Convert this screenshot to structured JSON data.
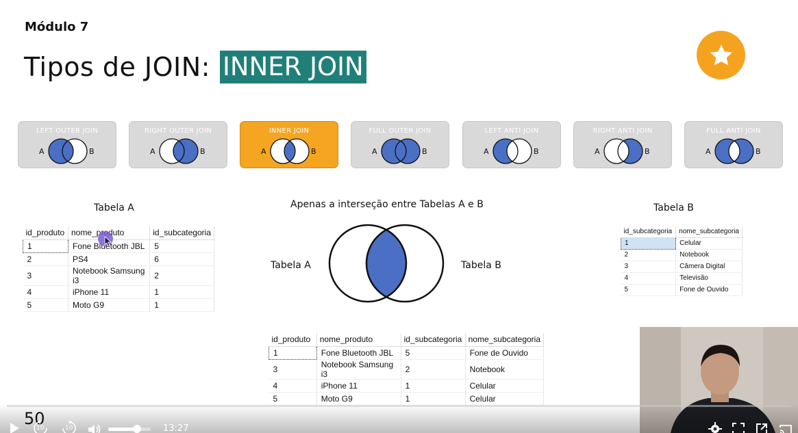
{
  "slide": {
    "module": "Módulo 7",
    "title_main": "Tipos de JOIN:",
    "title_highlight": "INNER JOIN"
  },
  "join_types": [
    {
      "label": "LEFT OUTER JOIN",
      "a": "A",
      "b": "B"
    },
    {
      "label": "RIGHT OUTER JOIN",
      "a": "A",
      "b": "B"
    },
    {
      "label": "INNER JOIN",
      "a": "A",
      "b": "B"
    },
    {
      "label": "FULL OUTER JOIN",
      "a": "A",
      "b": "B"
    },
    {
      "label": "LEFT ANTI JOIN",
      "a": "A",
      "b": "B"
    },
    {
      "label": "RIGHT ANTI JOIN",
      "a": "A",
      "b": "B"
    },
    {
      "label": "FULL ANTI JOIN",
      "a": "A",
      "b": "B"
    }
  ],
  "table_a": {
    "caption": "Tabela A",
    "columns": [
      "id_produto",
      "nome_produto",
      "id_subcategoria"
    ],
    "rows": [
      [
        "1",
        "Fone Bluetooth JBL",
        "5"
      ],
      [
        "2",
        "PS4",
        "6"
      ],
      [
        "3",
        "Notebook Samsung i3",
        "2"
      ],
      [
        "4",
        "iPhone 11",
        "1"
      ],
      [
        "5",
        "Moto G9",
        "1"
      ]
    ]
  },
  "table_b": {
    "caption": "Tabela B",
    "columns": [
      "id_subcategoria",
      "nome_subcategoria"
    ],
    "rows": [
      [
        "1",
        "Celular"
      ],
      [
        "2",
        "Notebook"
      ],
      [
        "3",
        "Câmera Digital"
      ],
      [
        "4",
        "Televisão"
      ],
      [
        "5",
        "Fone de Ouvido"
      ]
    ]
  },
  "venn": {
    "caption": "Apenas a interseção entre Tabelas A e B",
    "left_label": "Tabela A",
    "right_label": "Tabela B"
  },
  "result_table": {
    "columns": [
      "id_produto",
      "nome_produto",
      "id_subcategoria",
      "nome_subcategoria"
    ],
    "rows": [
      [
        "1",
        "Fone Bluetooth JBL",
        "5",
        "Fone de Ouvido"
      ],
      [
        "3",
        "Notebook Samsung i3",
        "2",
        "Notebook"
      ],
      [
        "4",
        "iPhone 11",
        "1",
        "Celular"
      ],
      [
        "5",
        "Moto G9",
        "1",
        "Celular"
      ]
    ]
  },
  "player": {
    "speed_overlay": "50",
    "time": "13:27",
    "rewind_label": "10",
    "forward_label": "10",
    "volume_fraction": 0.68,
    "progress_fraction": 0.0,
    "icons": [
      "play-icon",
      "rewind-10-icon",
      "forward-10-icon",
      "volume-icon",
      "settings-icon",
      "fullscreen-icon",
      "popout-icon",
      "cast-icon"
    ]
  },
  "colors": {
    "accent_teal": "#217f7a",
    "accent_orange": "#f5a31f",
    "venn_blue": "#4a6fc4",
    "card_gray": "#d9d9d9"
  }
}
